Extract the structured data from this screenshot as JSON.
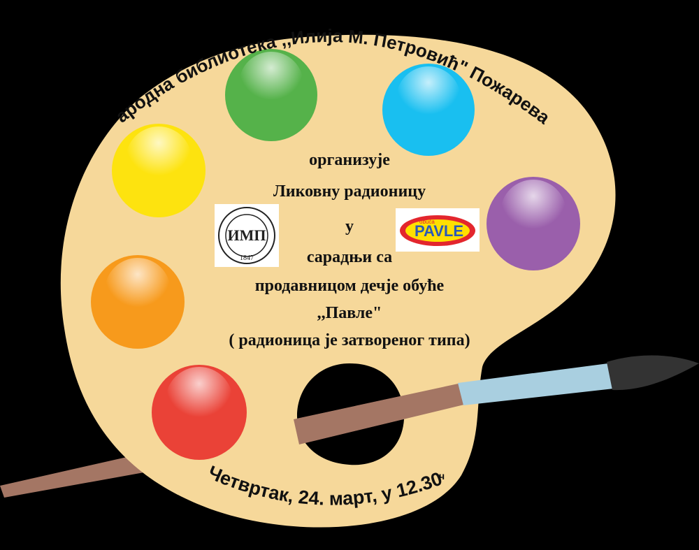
{
  "header": {
    "library": "Народна библиотека ,,Илија М. Петровић\" Пожаревац"
  },
  "body": {
    "line1": "организује",
    "line2": "Ликовну радионицу",
    "line3": "у",
    "line4": "сарадњи са",
    "line5": "продавницом дечје обуће",
    "line6": ",,Павле\"",
    "line7": "( радионица је затвореног типа)"
  },
  "footer": {
    "date": "Четвртак, 24. март, у 12.30",
    "suffix": "ч"
  },
  "logos": {
    "library_seal_year": "1847",
    "library_seal_initials": "ИМП",
    "pavle_small": "obuća",
    "pavle_name": "PAVLE"
  },
  "colors": {
    "palette": "#f6d89a",
    "green": "#55b24a",
    "cyan": "#19bff0",
    "yellow": "#fde30f",
    "purple": "#9a5fab",
    "orange": "#f79a1c",
    "red": "#ea4237",
    "brush_handle": "#a47664",
    "brush_ferrule": "#a9cfe0",
    "brush_tip": "#333333"
  }
}
